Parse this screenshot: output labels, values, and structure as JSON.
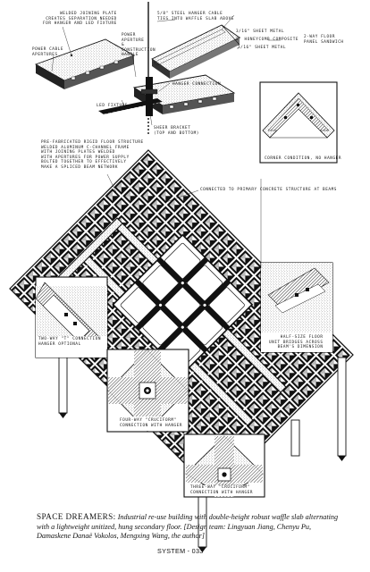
{
  "labels": {
    "welded_plate": [
      "WELDED JOINING PLATE",
      "CREATES SEPARATION NEEDED",
      "FOR HANGER AND LED FIXTURE"
    ],
    "steel_cable": [
      "5/8\" STEEL HANGER CABLE",
      "TIES INTO WAFFLE SLAB ABOVE"
    ],
    "sheet_metal_top": "3/16\" SHEET METAL",
    "honeycomb": "2\" HONEYCOMB COMPOSITE",
    "sheet_metal_bottom": "3/16\" SHEET METAL",
    "panel_sandwich": [
      "2-WAY FLOOR",
      "PANEL SANDWICH"
    ],
    "power_cable": [
      "POWER CABLE",
      "APERTURES"
    ],
    "power_aperture": [
      "POWER",
      "APERTURE",
      "&",
      "CONSTRUCTION",
      "HANDLE"
    ],
    "hanger_connection": "HANGER CONNECTION",
    "led_fixture": "LED FIXTURE",
    "shear_bracket": [
      "SHEER BRACKET",
      "(TOP AND BOTTOM)"
    ],
    "floor_structure": [
      "PRE-FABRICATED RIGID FLOOR STRUCTURE",
      "WELDED ALUMINUM C-CHANNEL FRAME",
      "WITH JOINING PLATES WELDED",
      "WITH APERTURES FOR POWER SUPPLY",
      "BOLTED TOGETHER TO EFFECTIVELY",
      "MAKE A SPLICED BEAM NETWORK"
    ],
    "corner_condition": "CORNER CONDITION, NO HANGER",
    "connected_beams": "CONNECTED TO PRIMARY CONCRETE STRUCTURE AT BEAMS",
    "two_way_t": [
      "TWO-WAY \"T\" CONNECTION",
      "HANGER OPTIONAL"
    ],
    "half_size": [
      "HALF-SIZE FLOOR",
      "UNIT BRIDGES ACROSS",
      "BEAM'S DIMENSION"
    ],
    "four_way": [
      "FOUR-WAY \"CRUCIFORM\"",
      "CONNECTION WITH HANGER"
    ],
    "three_way": [
      "THREE-WAY \"CRUCIFORM\"",
      "CONNECTION WITH HANGER"
    ]
  },
  "caption": {
    "title": "SPACE DREAMERS:",
    "text": "Industrial re-use building with double-height robust waffle slab alternating with a lightweight unitized, hung secondary floor. [Design team: Lingyuan Jiang, Chenyu Pu, Damaskene Danaë Vokolos, Mengxing Wang, the author]"
  },
  "folio": "SYSTEM - 033"
}
